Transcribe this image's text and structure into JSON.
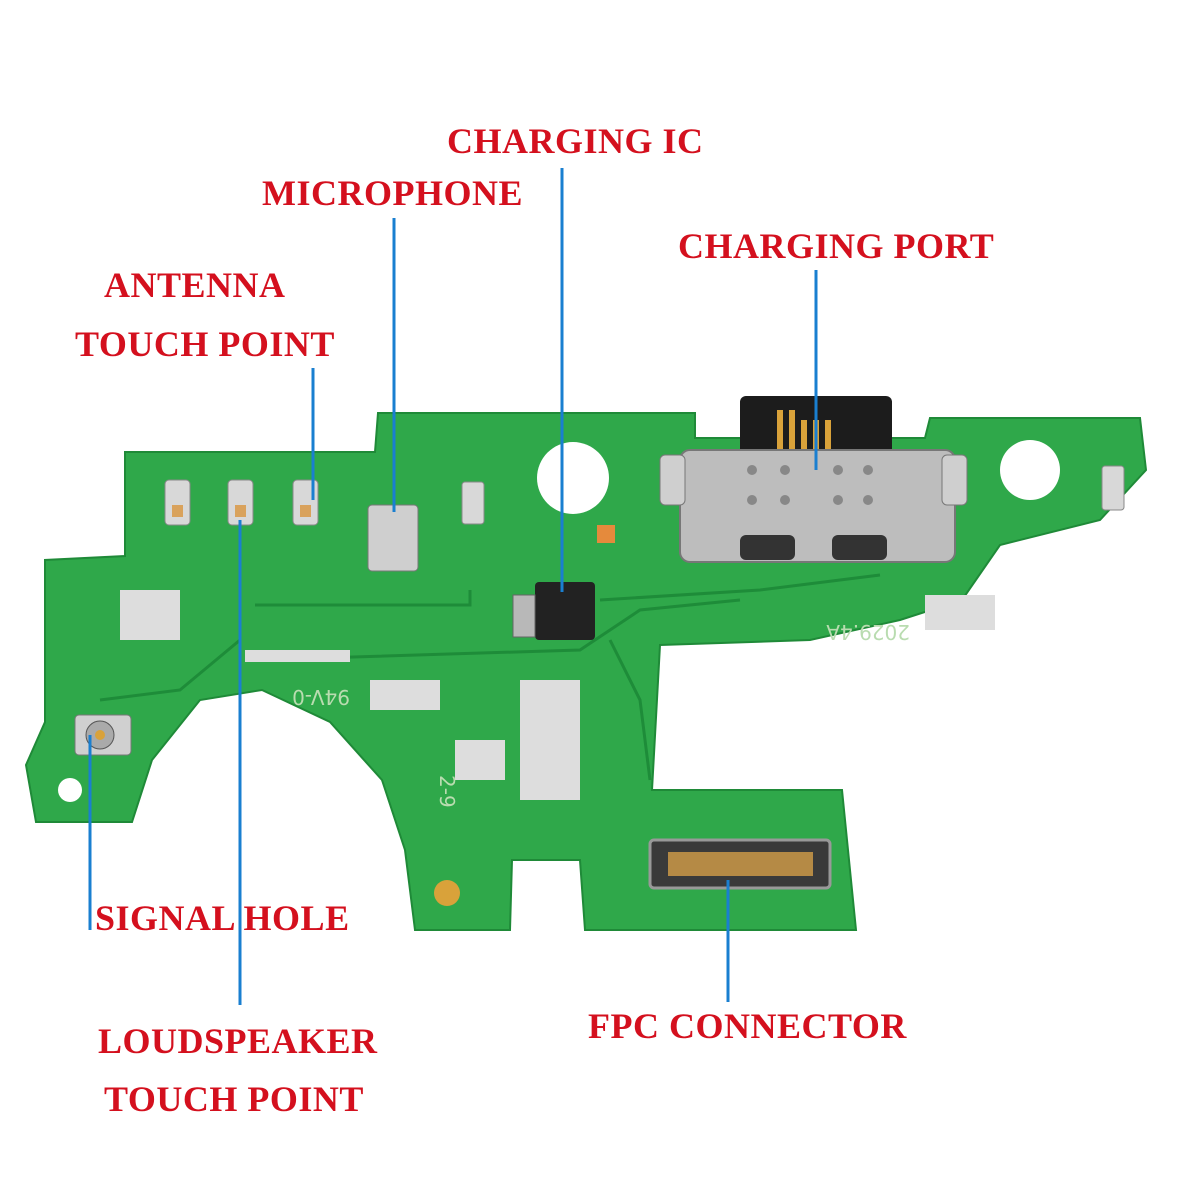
{
  "labels": {
    "charging_ic": "CHARGING IC",
    "microphone": "MICROPHONE",
    "charging_port": "CHARGING PORT",
    "antenna_line1": "ANTENNA",
    "antenna_line2": "TOUCH POINT",
    "signal_hole": "SIGNAL HOLE",
    "loudspeaker_line1": "LOUDSPEAKER",
    "loudspeaker_line2": "TOUCH POINT",
    "fpc_connector": "FPC CONNECTOR"
  },
  "silkscreen": {
    "code1": "2029.4A",
    "code2": "94V-0",
    "code3": "2-9"
  },
  "colors": {
    "label": "#d4101e",
    "leader_line": "#1a7fd0",
    "pcb": "#2faa4a"
  }
}
